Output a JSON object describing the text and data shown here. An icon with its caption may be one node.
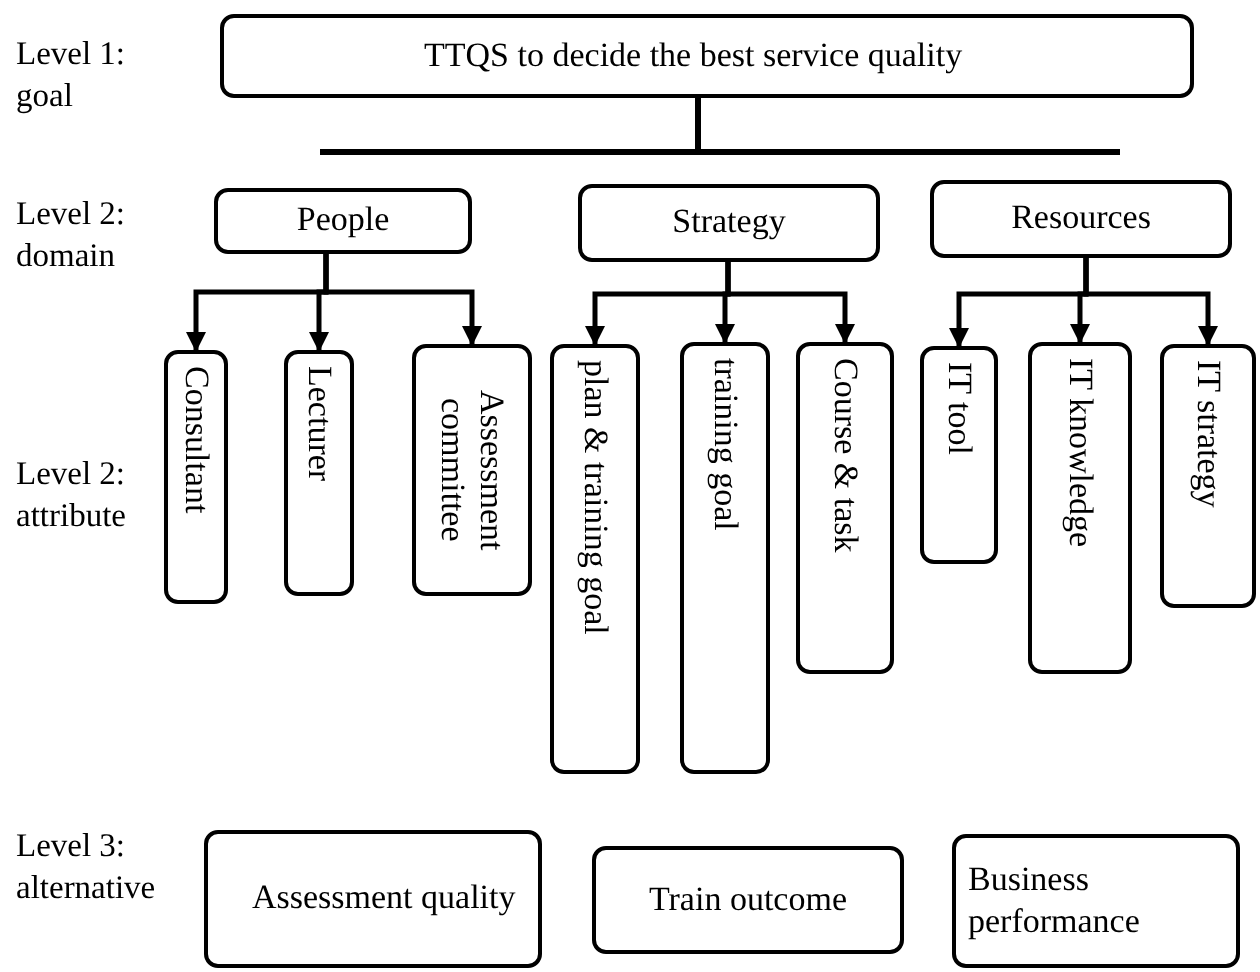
{
  "diagram": {
    "nodes": [
      {
        "text": [
          "TTQS to decide the best service quality"
        ]
      },
      {
        "text": [
          "People"
        ]
      },
      {
        "text": [
          "Strategy"
        ]
      },
      {
        "text": [
          "Resources"
        ]
      },
      {
        "text": [
          "Consultant"
        ]
      },
      {
        "text": [
          "Lecturer"
        ]
      },
      {
        "text": [
          "Assessment committee"
        ]
      },
      {
        "text": [
          "plan & training goal"
        ]
      },
      {
        "text": [
          "training goal"
        ]
      },
      {
        "text": [
          "Course & task"
        ]
      },
      {
        "text": [
          "IT tool"
        ]
      },
      {
        "text": [
          "IT knowledge"
        ]
      },
      {
        "text": [
          "IT strategy"
        ]
      },
      {
        "text": [
          "Assessment quality"
        ]
      },
      {
        "text": [
          "Train outcome"
        ]
      },
      {
        "text": [
          "Business performance"
        ]
      }
    ],
    "edges": [
      {
        "from": 1,
        "to": 4,
        "arrow": "to"
      },
      {
        "from": 1,
        "to": 5,
        "arrow": "to"
      },
      {
        "from": 1,
        "to": 6,
        "arrow": "to"
      },
      {
        "from": 2,
        "to": 7,
        "arrow": "to"
      },
      {
        "from": 2,
        "to": 8,
        "arrow": "to"
      },
      {
        "from": 2,
        "to": 9,
        "arrow": "to"
      },
      {
        "from": 3,
        "to": 10,
        "arrow": "to"
      },
      {
        "from": 3,
        "to": 11,
        "arrow": "to"
      },
      {
        "from": 3,
        "to": 12,
        "arrow": "to"
      }
    ],
    "labels": [
      "Level 1: goal",
      "Level 2: domain",
      "Level 2: attribute",
      "Level 3: alternative"
    ]
  }
}
